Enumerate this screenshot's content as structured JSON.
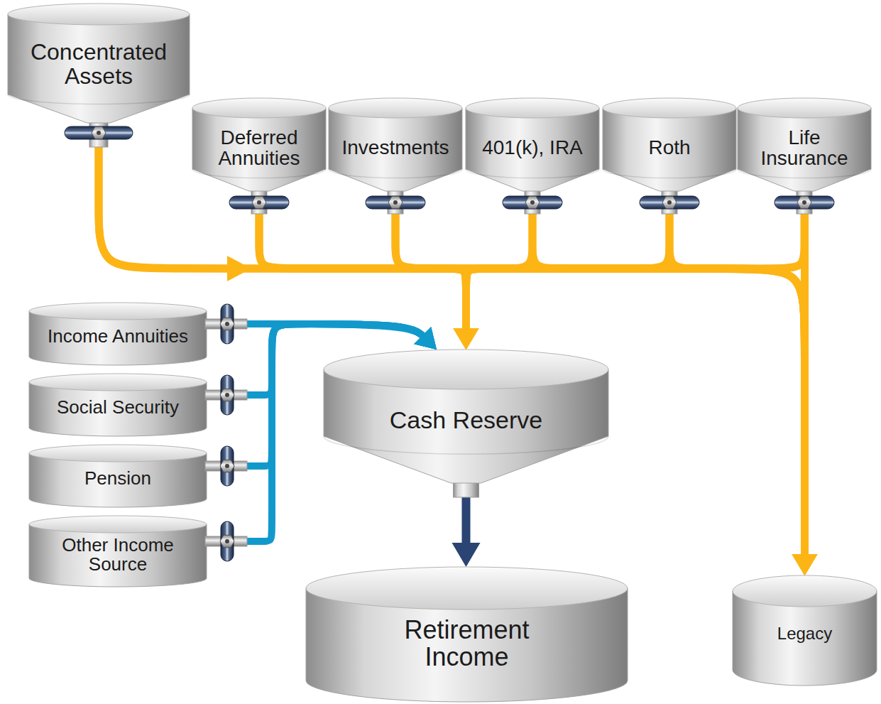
{
  "diagram": {
    "nodes": [
      {
        "text": [
          "Concentrated Assets"
        ]
      },
      {
        "text": [
          "Deferred Annuities"
        ]
      },
      {
        "text": [
          "Investments"
        ]
      },
      {
        "text": [
          "401(k), IRA"
        ]
      },
      {
        "text": [
          "Roth"
        ]
      },
      {
        "text": [
          "Life Insurance"
        ]
      },
      {
        "text": [
          "Income Annuities"
        ]
      },
      {
        "text": [
          "Social Security"
        ]
      },
      {
        "text": [
          "Pension"
        ]
      },
      {
        "text": [
          "Other Income Source"
        ]
      },
      {
        "text": [
          "Cash Reserve"
        ]
      },
      {
        "text": [
          "Retirement Income"
        ]
      },
      {
        "text": [
          "Legacy"
        ]
      }
    ],
    "edges": [
      {
        "from": 0,
        "to": 10,
        "arrow": "to"
      },
      {
        "from": 0,
        "to": 12,
        "arrow": "to"
      },
      {
        "from": 1,
        "to": 10,
        "arrow": "to"
      },
      {
        "from": 1,
        "to": 12,
        "arrow": "to"
      },
      {
        "from": 2,
        "to": 10,
        "arrow": "to"
      },
      {
        "from": 2,
        "to": 12,
        "arrow": "to"
      },
      {
        "from": 3,
        "to": 10,
        "arrow": "to"
      },
      {
        "from": 3,
        "to": 12,
        "arrow": "to"
      },
      {
        "from": 4,
        "to": 10,
        "arrow": "to"
      },
      {
        "from": 4,
        "to": 12,
        "arrow": "to"
      },
      {
        "from": 5,
        "to": 10,
        "arrow": "to"
      },
      {
        "from": 5,
        "to": 12,
        "arrow": "to"
      },
      {
        "from": 6,
        "to": 10,
        "arrow": "to"
      },
      {
        "from": 7,
        "to": 10,
        "arrow": "to"
      },
      {
        "from": 8,
        "to": 10,
        "arrow": "to"
      },
      {
        "from": 9,
        "to": 10,
        "arrow": "to"
      },
      {
        "from": 10,
        "to": 11,
        "arrow": "to"
      }
    ]
  }
}
